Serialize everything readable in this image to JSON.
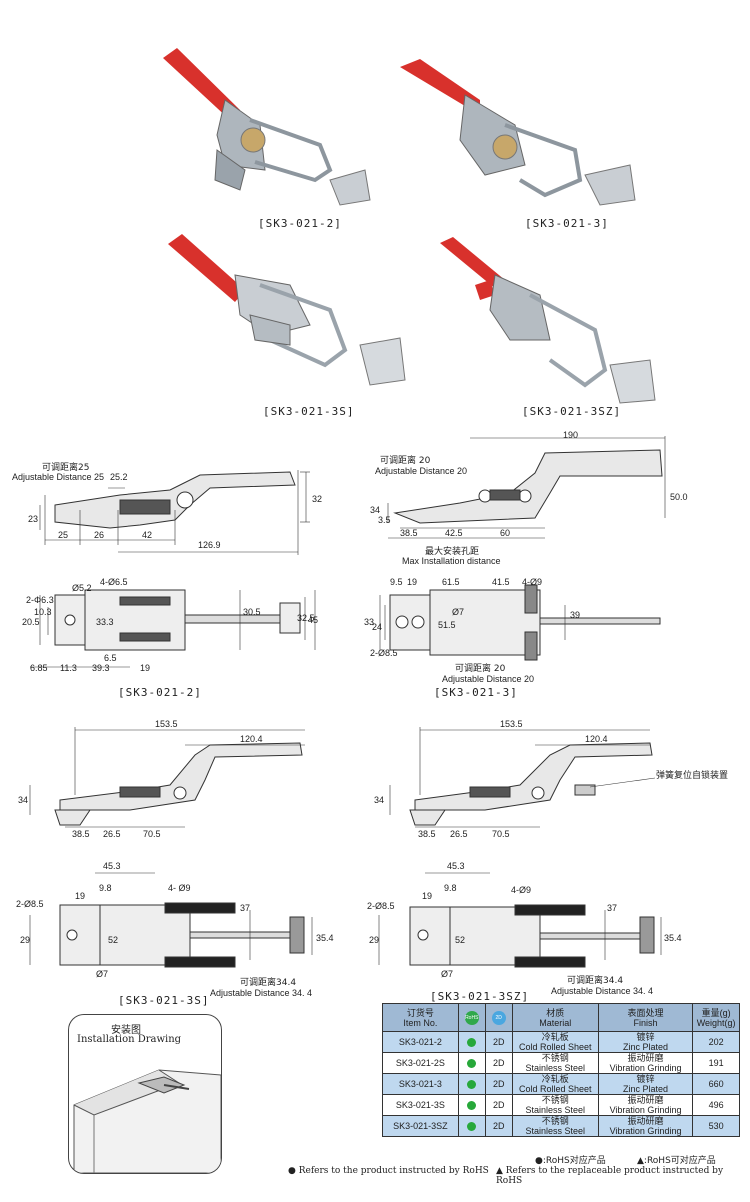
{
  "captions": {
    "photo1": "[SK3-021-2]",
    "photo2": "[SK3-021-3]",
    "photo3": "[SK3-021-3S]",
    "photo4": "[SK3-021-3SZ]",
    "drawing1": "[SK3-021-2]",
    "drawing2": "[SK3-021-3]",
    "drawing3": "[SK3-021-3S]",
    "drawing4": "[SK3-021-3SZ]"
  },
  "drawing_sk3_021_2": {
    "adj_cn": "可调距离25",
    "adj_en": "Adjustable Distance 25",
    "d_25_2": "25.2",
    "d_23": "23",
    "d_32": "32",
    "d_25": "25",
    "d_26": "26",
    "d_42": "42",
    "d_126_9": "126.9",
    "d_2phi6_3": "2-Φ6.3",
    "d_phi5_2": "Ø5.2",
    "d_4phi6_5": "4-Ø6.5",
    "d_20_5": "20.5",
    "d_10_3": "10.3",
    "d_33_3": "33.3",
    "d_30_5": "30.5",
    "d_32_5": "32.5",
    "d_45": "45",
    "d_6_5": "6.5",
    "d_6_85": "6.85",
    "d_11_3": "11.3",
    "d_39_3": "39.3",
    "d_19": "19"
  },
  "drawing_sk3_021_3": {
    "d_190": "190",
    "adj_cn": "可调距离 20",
    "adj_en": "Adjustable Distance 20",
    "d_34": "34",
    "d_3_5": "3.5",
    "d_50": "50.0",
    "d_38_5": "38.5",
    "d_42_5": "42.5",
    "d_60": "60",
    "max_cn": "最大安装孔距",
    "max_en": "Max Installation distance",
    "d_9_5": "9.5",
    "d_19": "19",
    "d_61_5": "61.5",
    "d_41_5": "41.5",
    "d_4phi9": "4-Ø9",
    "d_33": "33",
    "d_24": "24",
    "d_phi7": "Ø7",
    "d_51_5": "51.5",
    "d_39": "39",
    "d_2phi8_5": "2-Ø8.5",
    "adj2_cn": "可调距离 20",
    "adj2_en": "Adjustable Distance 20"
  },
  "drawing_sk3_021_3s": {
    "d_153_5": "153.5",
    "d_120_4": "120.4",
    "d_34": "34",
    "d_38_5": "38.5",
    "d_26_5": "26.5",
    "d_70_5": "70.5",
    "d_45_3": "45.3",
    "d_19": "19",
    "d_9_8": "9.8",
    "d_4phi9": "4- Ø9",
    "d_2phi8_5": "2-Ø8.5",
    "d_29": "29",
    "d_52": "52",
    "d_37": "37",
    "d_35_4": "35.4",
    "d_phi7": "Ø7",
    "adj_cn": "可调距离34.4",
    "adj_en": "Adjustable Distance 34. 4"
  },
  "drawing_sk3_021_3sz": {
    "d_153_5": "153.5",
    "d_120_4": "120.4",
    "d_34": "34",
    "spring_cn": "弹簧复位自锁装置",
    "d_38_5": "38.5",
    "d_26_5": "26.5",
    "d_70_5": "70.5",
    "d_45_3": "45.3",
    "d_19": "19",
    "d_9_8": "9.8",
    "d_4phi9": "4-Ø9",
    "d_2phi8_5": "2-Ø8.5",
    "d_29": "29",
    "d_52": "52",
    "d_37": "37",
    "d_35_4": "35.4",
    "d_phi7": "Ø7",
    "adj_cn": "可调距离34.4",
    "adj_en": "Adjustable Distance 34. 4"
  },
  "installation": {
    "title_cn": "安装图",
    "title_en": "Installation Drawing"
  },
  "table": {
    "headers": {
      "item_cn": "订货号",
      "item_en": "Item No.",
      "rohs_icon": "RoHS",
      "cd_icon": "2D",
      "material_cn": "材质",
      "material_en": "Material",
      "finish_cn": "表面处理",
      "finish_en": "Finish",
      "weight_cn": "重量(g)",
      "weight_en": "Weight(g)"
    },
    "rows": [
      {
        "item": "SK3-021-2",
        "cad": "2D",
        "material_cn": "冷轧板",
        "material_en": "Cold Rolled Sheet",
        "finish_cn": "镀锌",
        "finish_en": "Zinc Plated",
        "weight": "202"
      },
      {
        "item": "SK3-021-2S",
        "cad": "2D",
        "material_cn": "不锈钢",
        "material_en": "Stainless Steel",
        "finish_cn": "振动研磨",
        "finish_en": "Vibration Grinding",
        "weight": "191"
      },
      {
        "item": "SK3-021-3",
        "cad": "2D",
        "material_cn": "冷轧板",
        "material_en": "Cold Rolled Sheet",
        "finish_cn": "镀锌",
        "finish_en": "Zinc Plated",
        "weight": "660"
      },
      {
        "item": "SK3-021-3S",
        "cad": "2D",
        "material_cn": "不锈钢",
        "material_en": "Stainless Steel",
        "finish_cn": "振动研磨",
        "finish_en": "Vibration Grinding",
        "weight": "496"
      },
      {
        "item": "SK3-021-3SZ",
        "cad": "2D",
        "material_cn": "不锈钢",
        "material_en": "Stainless Steel",
        "finish_cn": "振动研磨",
        "finish_en": "Vibration Grinding",
        "weight": "530"
      }
    ]
  },
  "legend": {
    "rohs_cn": "●:RoHS对应产品",
    "replace_cn": "▲:RoHS可对应产品",
    "rohs_en": "● Refers to the product instructed by RoHS",
    "replace_en": "▲ Refers to the replaceable product instructed by RoHS"
  },
  "colors": {
    "handle_red": "#d8312c",
    "table_header": "#9fb9d4",
    "table_row_blue": "#bfd8ef",
    "rohs_green": "#27a83a"
  }
}
